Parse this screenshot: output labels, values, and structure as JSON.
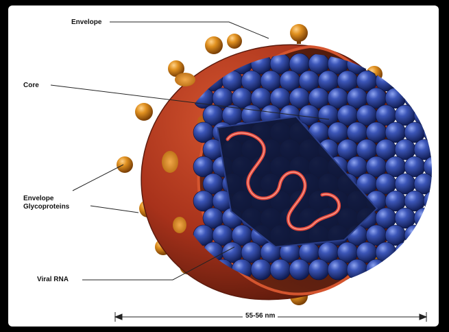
{
  "labels": {
    "envelope": "Envelope",
    "core": "Core",
    "envelope_glycoproteins": "Envelope\nGlycoproteins",
    "viral_rna": "Viral RNA",
    "scale": "55-56 nm"
  },
  "colors": {
    "background": "#ffffff",
    "envelope_shell": "#b73a1e",
    "envelope_interior": "#5a1f10",
    "glycoprotein": "#d98a1e",
    "capsid_sphere": "#2b3f8c",
    "core_panel": "#10183a",
    "rna": "#e0463a"
  }
}
